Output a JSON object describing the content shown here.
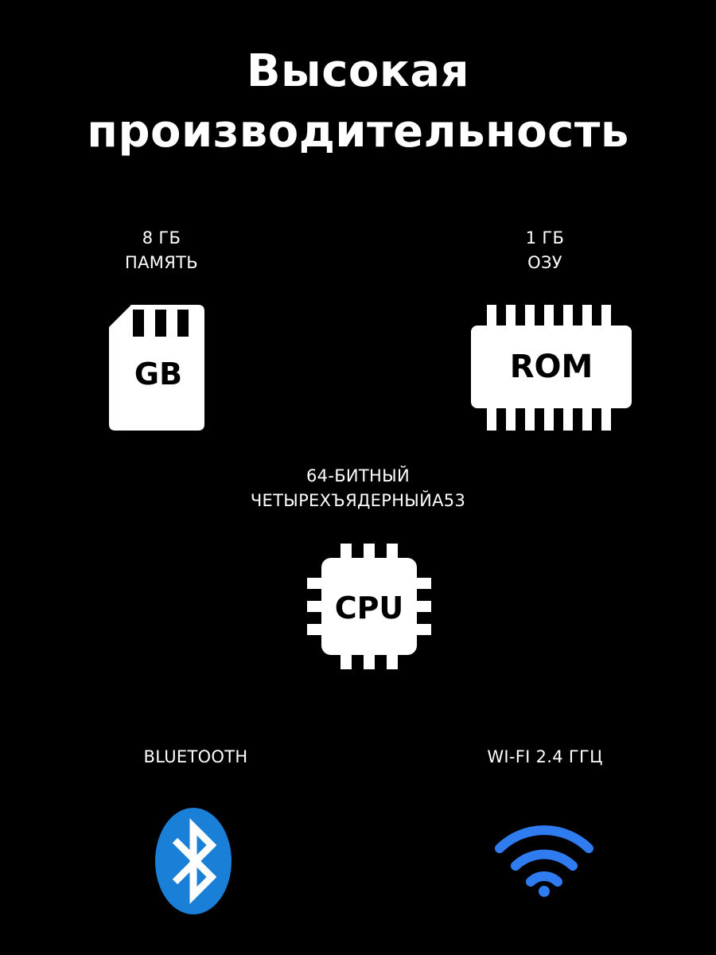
{
  "title": {
    "line1": "Высокая",
    "line2": "производительность"
  },
  "features": {
    "storage": {
      "line1": "8 ГБ",
      "line2": "ПАМЯТЬ",
      "icon": "sd-card-icon",
      "icon_text": "GB"
    },
    "ram": {
      "line1": "1 ГБ",
      "line2": "ОЗУ",
      "icon": "memory-chip-icon",
      "icon_text": "ROM"
    },
    "cpu": {
      "line1": "64-БИТНЫЙ",
      "line2": "ЧЕТЫРЕХЪЯДЕРНЫЙА53",
      "icon": "cpu-icon",
      "icon_text": "CPU"
    },
    "bluetooth": {
      "label": "BLUETOOTH",
      "icon": "bluetooth-icon"
    },
    "wifi": {
      "label": "WI-FI 2.4 ГГЦ",
      "icon": "wifi-icon"
    }
  },
  "colors": {
    "background": "#000000",
    "foreground": "#ffffff",
    "bluetooth_blue": "#1a7fd6",
    "wifi_blue": "#2f7bf0"
  }
}
